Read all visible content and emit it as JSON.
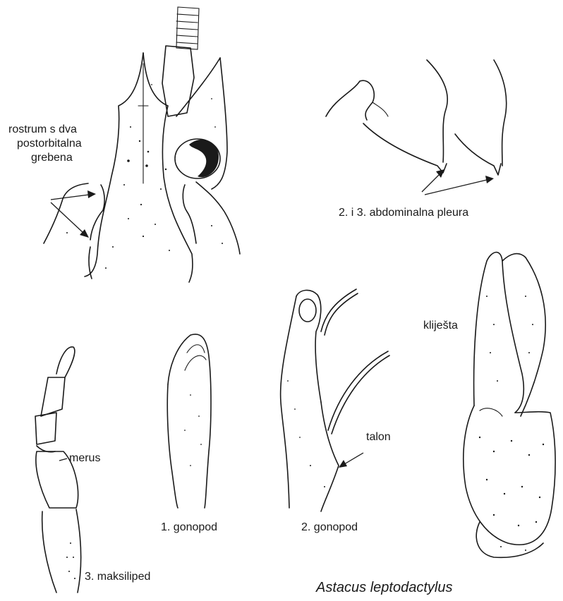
{
  "labels": {
    "rostrum": [
      "rostrum s dva",
      "postorbitalna",
      "grebena"
    ],
    "pleura": "2. i 3. abdominalna pleura",
    "klijesta": "kliješta",
    "merus": "merus",
    "maksiliped": "3. maksiliped",
    "gonopod1": "1. gonopod",
    "gonopod2": "2. gonopod",
    "talon": "talon"
  },
  "species": "Astacus leptodactylus",
  "colors": {
    "ink": "#1a1a1a",
    "background": "#ffffff"
  }
}
